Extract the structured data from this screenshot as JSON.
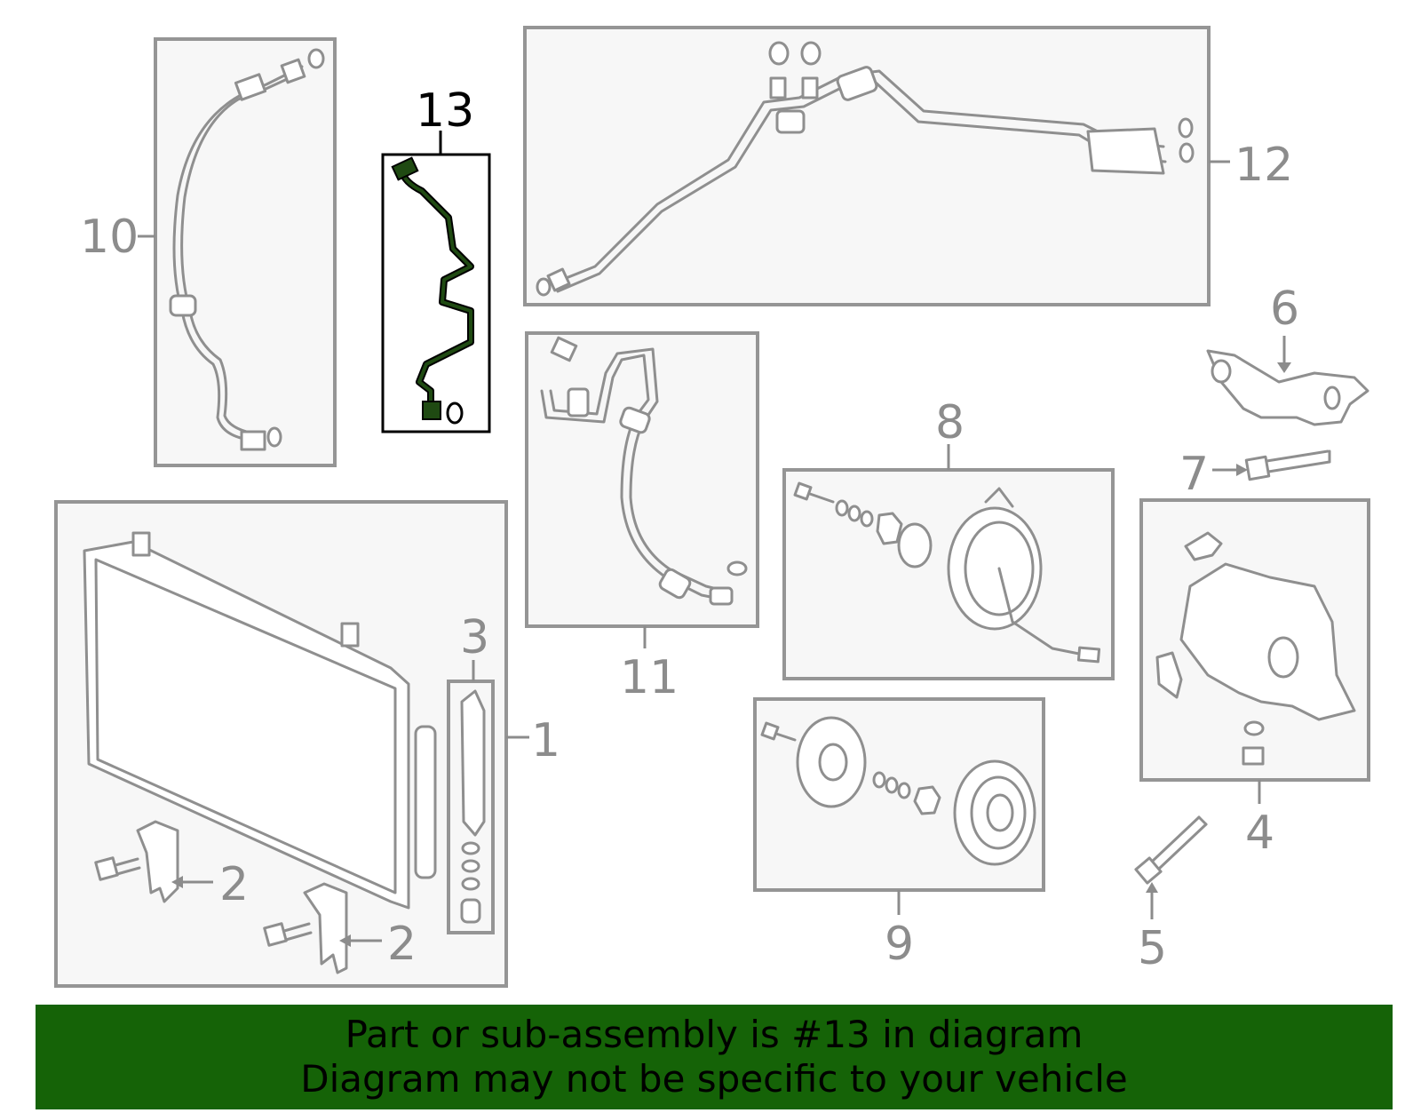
{
  "diagram": {
    "callouts": {
      "c1": "1",
      "c2a": "2",
      "c2b": "2",
      "c3": "3",
      "c4": "4",
      "c5": "5",
      "c6": "6",
      "c7": "7",
      "c8": "8",
      "c9": "9",
      "c10": "10",
      "c11": "11",
      "c12": "12",
      "c13": "13"
    },
    "highlighted_part": "13"
  },
  "banner": {
    "line1": "Part or sub-assembly is #13 in diagram",
    "line2": "Diagram may not be specific to your vehicle",
    "color": "#156307"
  },
  "colors": {
    "callout_gray": "#8c8c8c",
    "highlight_line": "#000000",
    "highlight_fill": "#1f4a12"
  }
}
